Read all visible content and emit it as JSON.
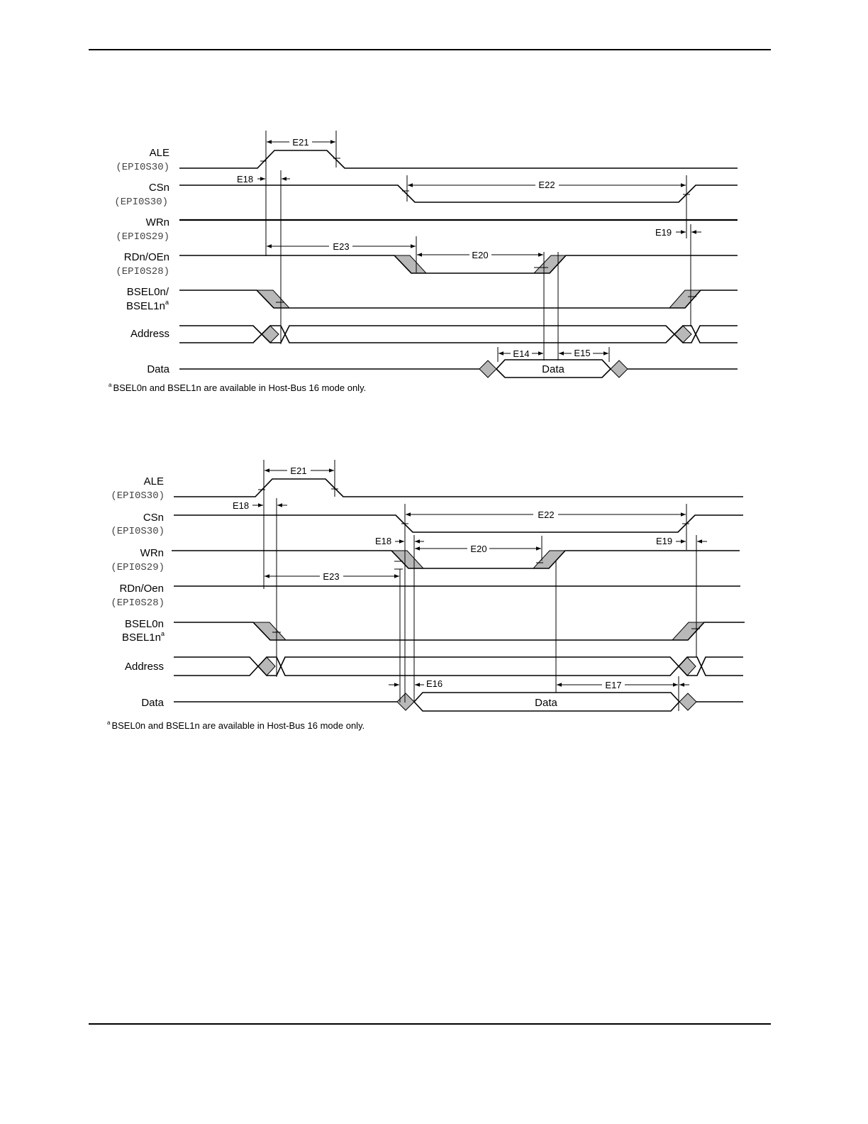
{
  "diagram1": {
    "signals": [
      {
        "name": "ALE",
        "pin": "EPI0S30"
      },
      {
        "name": "CSn",
        "pin": "EPI0S30"
      },
      {
        "name": "WRn",
        "pin": "EPI0S29"
      },
      {
        "name": "RDn/OEn",
        "pin": "EPI0S28"
      },
      {
        "name": "BSEL0n/",
        "name2": "BSEL1n",
        "sup": "a"
      },
      {
        "name": "Address"
      },
      {
        "name": "Data"
      }
    ],
    "labels": {
      "E21": "E21",
      "E18": "E18",
      "E22": "E22",
      "E19": "E19",
      "E23": "E23",
      "E20": "E20",
      "E14": "E14",
      "E15": "E15",
      "data_bus": "Data"
    },
    "footnote_mark": "a",
    "footnote": "BSEL0n and BSEL1n are available in Host-Bus 16 mode only."
  },
  "diagram2": {
    "signals": [
      {
        "name": "ALE",
        "pin": "EPI0S30"
      },
      {
        "name": "CSn",
        "pin": "EPI0S30"
      },
      {
        "name": "WRn",
        "pin": "EPI0S29"
      },
      {
        "name": "RDn/Oen",
        "pin": "EPI0S28"
      },
      {
        "name": "BSEL0n",
        "name2": "BSEL1n",
        "sup": "a"
      },
      {
        "name": "Address"
      },
      {
        "name": "Data"
      }
    ],
    "labels": {
      "E21": "E21",
      "E18a": "E18",
      "E22": "E22",
      "E18b": "E18",
      "E20": "E20",
      "E19": "E19",
      "E23": "E23",
      "E16": "E16",
      "E17": "E17",
      "data_bus": "Data"
    },
    "footnote_mark": "a",
    "footnote": "BSEL0n and BSEL1n are available in Host-Bus 16 mode only."
  }
}
